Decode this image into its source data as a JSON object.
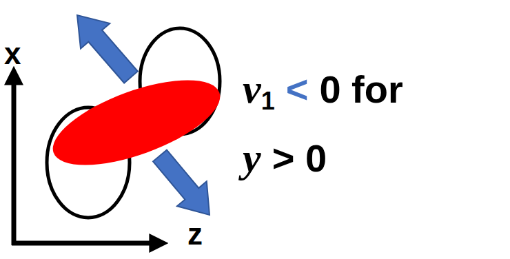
{
  "diagram": {
    "labels": [
      "x",
      "z",
      "v",
      "1",
      "<",
      "0 for",
      "y",
      "> 0"
    ]
  }
}
